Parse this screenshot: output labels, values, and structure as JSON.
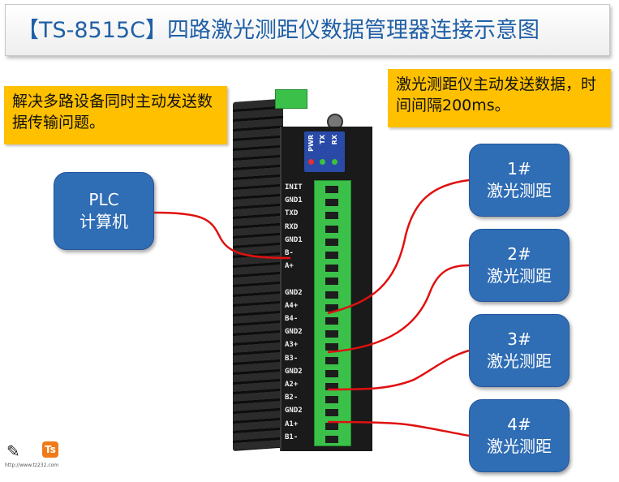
{
  "title": "【TS-8515C】四路激光测距仪数据管理器连接示意图",
  "notes": {
    "left": "解决多路设备同时主动发送数据传输问题。",
    "right": "激光测距仪主动发送数据，时间间隔200ms。"
  },
  "plc": {
    "line1": "PLC",
    "line2": "计算机"
  },
  "devices": [
    {
      "num": "1#",
      "name": "激光测距"
    },
    {
      "num": "2#",
      "name": "激光测距"
    },
    {
      "num": "3#",
      "name": "激光测距"
    },
    {
      "num": "4#",
      "name": "激光测距"
    }
  ],
  "leds": [
    "PWR",
    "TX",
    "RX"
  ],
  "pins": [
    "INIT",
    "GND1",
    "TXD",
    "RXD",
    "GND1",
    "B-",
    "A+",
    "",
    "GND2",
    "A4+",
    "B4-",
    "GND2",
    "A3+",
    "B3-",
    "GND2",
    "A2+",
    "B2-",
    "GND2",
    "A1+",
    "B1-"
  ],
  "logo": {
    "badge": "Ts",
    "url": "http://www.tz232.com"
  },
  "colors": {
    "title": "#1f5fa6",
    "note_bg": "#ffc000",
    "pill_bg": "#2f6db5",
    "wire": "#e01010",
    "terminal": "#3bc14a"
  }
}
